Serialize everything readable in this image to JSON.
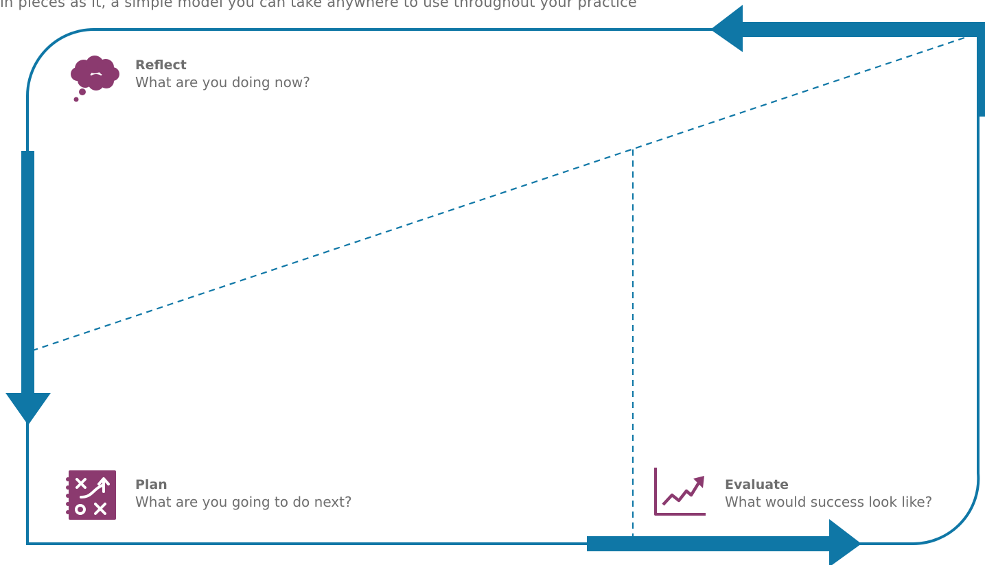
{
  "intro": {
    "text": "in pieces as it, a simple model you can take anywhere to use throughout your practice"
  },
  "colors": {
    "cycle_line": "#0f77a6",
    "accent": "#8b3a6f",
    "text": "#6e6e6e"
  },
  "reflect": {
    "title": "Reflect",
    "prompt": "What are you doing now?",
    "icon": "thought-cloud-icon"
  },
  "plan": {
    "title": "Plan",
    "prompt": "What are you going to do next?",
    "icon": "strategy-board-icon"
  },
  "evaluate": {
    "title": "Evaluate",
    "prompt": "What would success look like?",
    "icon": "rising-chart-icon"
  }
}
